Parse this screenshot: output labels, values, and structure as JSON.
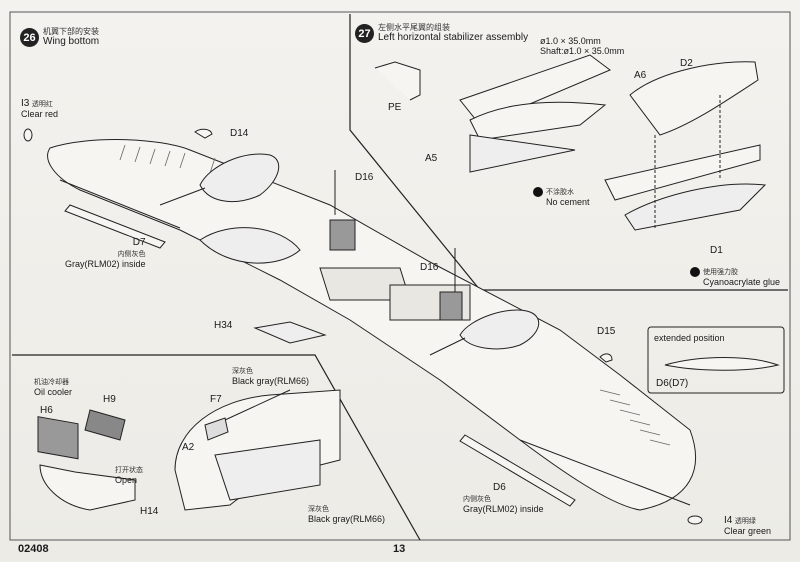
{
  "page": {
    "code": "02408",
    "number": "13"
  },
  "step26": {
    "number": "26",
    "cn": "机翼下部的安装",
    "en": "Wing bottom"
  },
  "step27": {
    "number": "27",
    "cn": "左侧水平尾翼的组装",
    "en": "Left horizontal stabilizer assembly"
  },
  "oil_cooler": {
    "cn": "机油冷却器",
    "en": "Oil cooler",
    "open_cn": "打开状态",
    "open_en": "Open"
  },
  "extended": {
    "title": "extended position",
    "part": "D6(D7)"
  },
  "shaft_spec": {
    "line1": "ø1.0 × 35.0mm",
    "line2": "Shaft:ø1.0 × 35.0mm"
  },
  "no_cement": {
    "cn": "不涂胶水",
    "en": "No cement"
  },
  "glue": {
    "cn": "使用强力胶",
    "en": "Cyanoacrylate glue"
  },
  "parts": {
    "i3": "I3",
    "i3_cn": "透明红",
    "i3_en": "Clear red",
    "i4": "I4",
    "i4_cn": "透明绿",
    "i4_en": "Clear green",
    "d14": "D14",
    "d16a": "D16",
    "d16b": "D16",
    "d15": "D15",
    "d7": "D7",
    "d7_cn": "内侧灰色",
    "d7_en": "Gray(RLM02) inside",
    "d6": "D6",
    "d6_cn": "内侧灰色",
    "d6_en": "Gray(RLM02) inside",
    "h34": "H34",
    "h6": "H6",
    "h9": "H9",
    "h14": "H14",
    "f7": "F7",
    "a2": "A2",
    "bg1_cn": "深灰色",
    "bg1_en": "Black gray(RLM66)",
    "bg2_cn": "深灰色",
    "bg2_en": "Black gray(RLM66)",
    "pe": "PE",
    "a5": "A5",
    "a6": "A6",
    "d2": "D2",
    "d1": "D1"
  }
}
